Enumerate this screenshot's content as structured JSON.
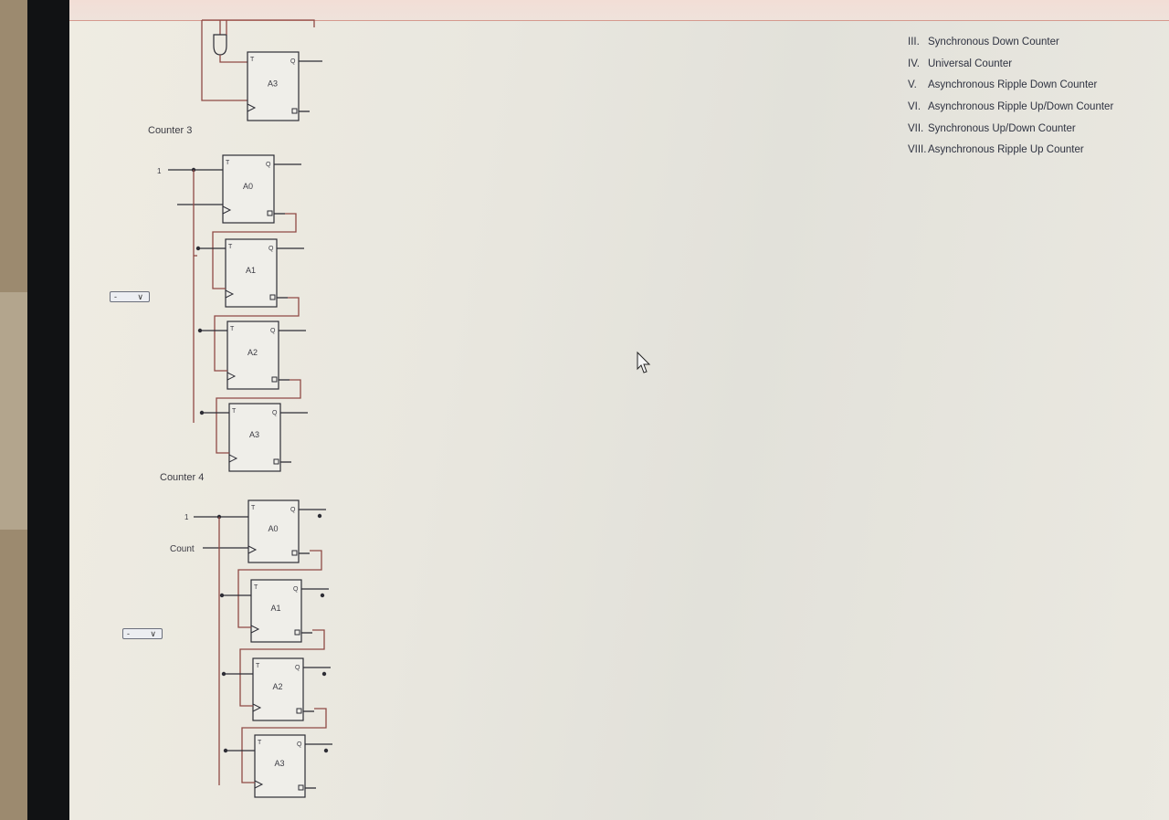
{
  "screen": {
    "counter3_label": "Counter 3",
    "counter4_label": "Counter 4",
    "options": [
      {
        "num": "III.",
        "text": "Synchronous Down Counter"
      },
      {
        "num": "IV.",
        "text": "Universal Counter"
      },
      {
        "num": "V.",
        "text": "Asynchronous Ripple Down Counter"
      },
      {
        "num": "VI.",
        "text": "Asynchronous Ripple Up/Down Counter"
      },
      {
        "num": "VII.",
        "text": "Synchronous Up/Down Counter"
      },
      {
        "num": "VIII.",
        "text": "Asynchronous Ripple Up Counter"
      }
    ],
    "select_counter3": {
      "value": "-",
      "chevron": "chevron-down-icon"
    },
    "select_counter4": {
      "value": "-",
      "chevron": "chevron-down-icon"
    },
    "counter2_ff": {
      "name": "A3",
      "t": "T",
      "q": "Q"
    },
    "counter3_input": "1",
    "counter3_ffs": [
      {
        "name": "A0",
        "t": "T",
        "q": "Q"
      },
      {
        "name": "A1",
        "t": "T",
        "q": "Q"
      },
      {
        "name": "A2",
        "t": "T",
        "q": "Q"
      },
      {
        "name": "A3",
        "t": "T",
        "q": "Q"
      }
    ],
    "counter4_input": "1",
    "counter4_count": "Count",
    "counter4_ffs": [
      {
        "name": "A0",
        "t": "T",
        "q": "Q"
      },
      {
        "name": "A1",
        "t": "T",
        "q": "Q"
      },
      {
        "name": "A2",
        "t": "T",
        "q": "Q"
      },
      {
        "name": "A3",
        "t": "T",
        "q": "Q"
      }
    ]
  }
}
